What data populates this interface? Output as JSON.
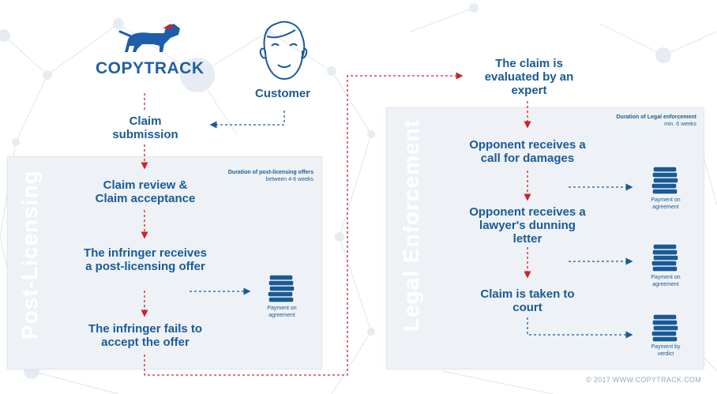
{
  "logo": {
    "text": "COPYTRACK"
  },
  "customer": {
    "label": "Customer"
  },
  "claim_submission": "Claim submission",
  "post_licensing": {
    "title": "Post-Licensing",
    "duration_title": "Duration of post-licensing offers",
    "duration_value": "between 4-6 weeks",
    "steps": [
      "Claim review & Claim acceptance",
      "The infringer receives a post-licensing offer",
      "The infringer fails to accept the offer"
    ],
    "payment": "Payment on agreement"
  },
  "expert_step": "The claim is evaluated by an expert",
  "legal_enforcement": {
    "title": "Legal Enforcement",
    "duration_title": "Duration of Legal enforcement",
    "duration_value": "min. 6 weeks",
    "steps": [
      "Opponent receives a call for damages",
      "Opponent receives a lawyer's dunning letter",
      "Claim is taken to court"
    ],
    "payments": [
      "Payment on agreement",
      "Payment on agreement",
      "Payment by verdict"
    ]
  },
  "footer": "© 2017 WWW.COPYTRACK.COM",
  "colors": {
    "blue": "#1a5a96",
    "red": "#d0202a",
    "panel": "#eef2f6"
  }
}
